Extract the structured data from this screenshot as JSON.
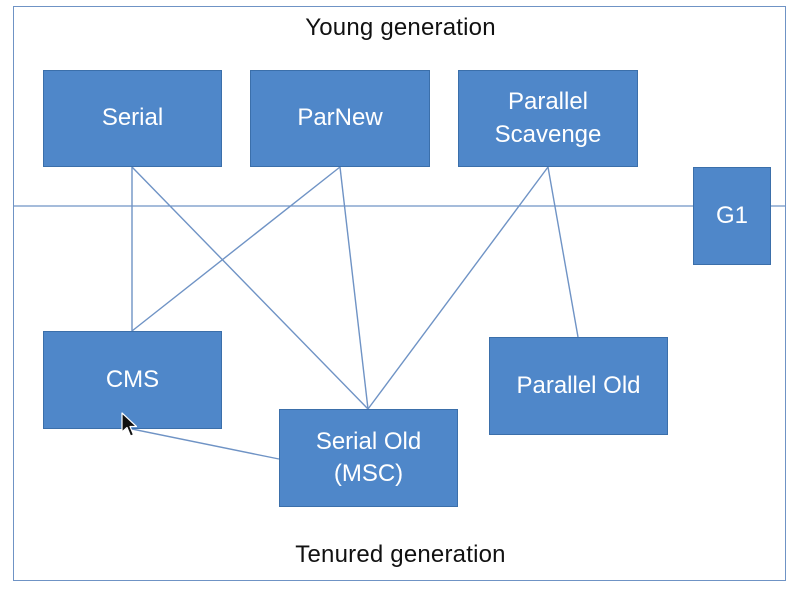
{
  "diagram": {
    "regions": {
      "young": "Young generation",
      "tenured": "Tenured generation"
    },
    "collectors": {
      "serial": "Serial",
      "parnew": "ParNew",
      "parallel_scavenge": "Parallel\nScavenge",
      "g1": "G1",
      "cms": "CMS",
      "serial_old": "Serial Old\n(MSC)",
      "parallel_old": "Parallel Old"
    },
    "links": [
      [
        "serial",
        "cms"
      ],
      [
        "serial",
        "serial_old"
      ],
      [
        "parnew",
        "cms"
      ],
      [
        "parnew",
        "serial_old"
      ],
      [
        "parallel_scavenge",
        "serial_old"
      ],
      [
        "parallel_scavenge",
        "parallel_old"
      ],
      [
        "serial_old",
        "cms"
      ]
    ],
    "colors": {
      "box_fill": "#4f87c9",
      "line": "#6f93c5",
      "text_on_box": "#ffffff"
    }
  },
  "overlay": {
    "cursor_icon": "arrow-pointer-icon"
  }
}
